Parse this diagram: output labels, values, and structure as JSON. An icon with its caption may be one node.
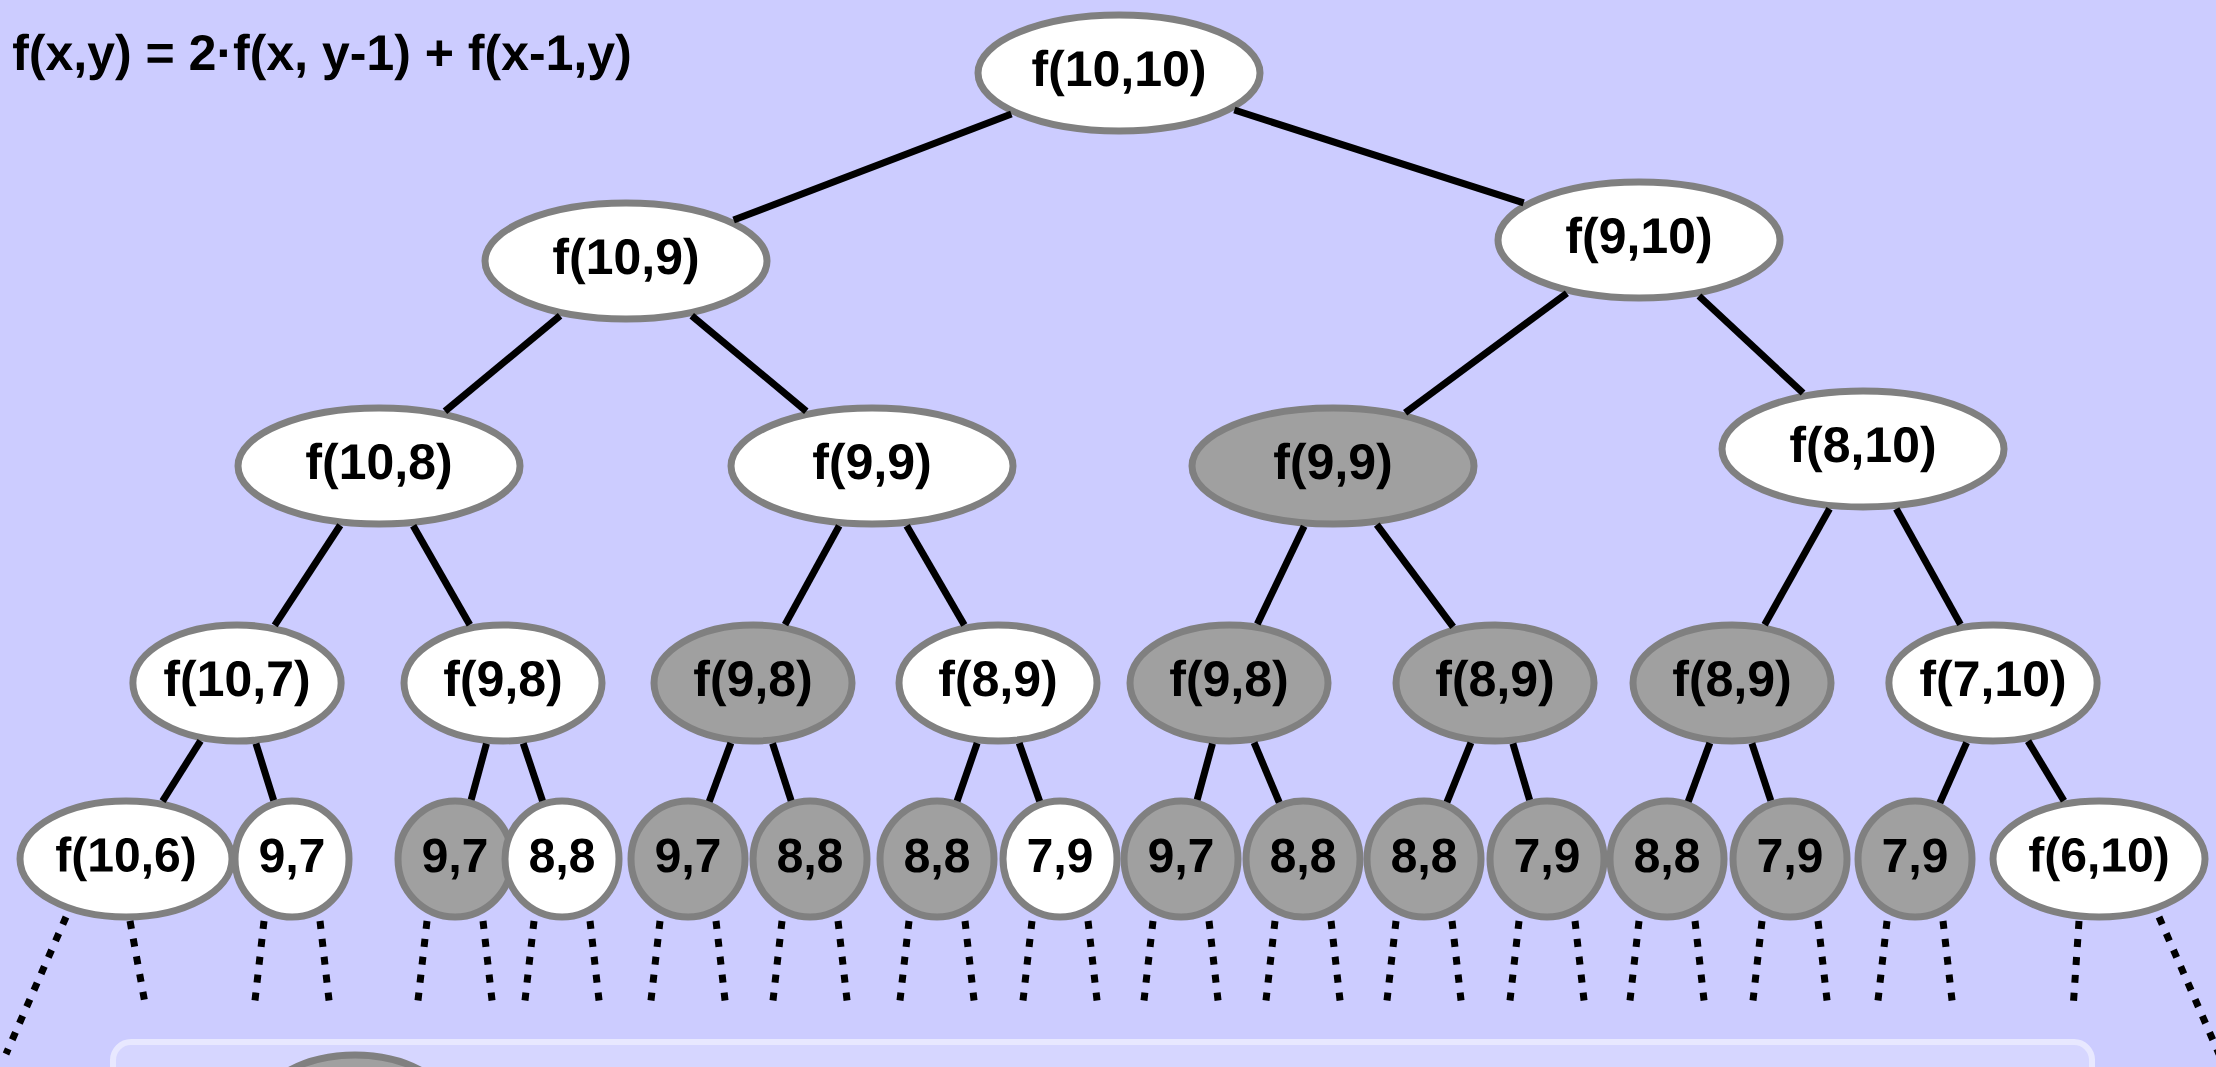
{
  "diagram": {
    "title": "f(x,y) =   2·f(x, y-1) + f(x-1,y)",
    "nodes": [
      {
        "text": [
          "f(10,10)"
        ]
      },
      {
        "text": [
          "f(10,9)"
        ]
      },
      {
        "text": [
          "f(9,10)"
        ]
      },
      {
        "text": [
          "f(10,8)"
        ]
      },
      {
        "text": [
          "f(9,9)"
        ]
      },
      {
        "text": [
          "f(9,9)"
        ]
      },
      {
        "text": [
          "f(8,10)"
        ]
      },
      {
        "text": [
          "f(10,7)"
        ]
      },
      {
        "text": [
          "f(9,8)"
        ]
      },
      {
        "text": [
          "f(9,8)"
        ]
      },
      {
        "text": [
          "f(8,9)"
        ]
      },
      {
        "text": [
          "f(9,8)"
        ]
      },
      {
        "text": [
          "f(8,9)"
        ]
      },
      {
        "text": [
          "f(8,9)"
        ]
      },
      {
        "text": [
          "f(7,10)"
        ]
      },
      {
        "text": [
          "f(10,6)"
        ]
      },
      {
        "text": [
          "9,7"
        ]
      },
      {
        "text": [
          "9,7"
        ]
      },
      {
        "text": [
          "8,8"
        ]
      },
      {
        "text": [
          "9,7"
        ]
      },
      {
        "text": [
          "8,8"
        ]
      },
      {
        "text": [
          "8,8"
        ]
      },
      {
        "text": [
          "7,9"
        ]
      },
      {
        "text": [
          "9,7"
        ]
      },
      {
        "text": [
          "8,8"
        ]
      },
      {
        "text": [
          "8,8"
        ]
      },
      {
        "text": [
          "7,9"
        ]
      },
      {
        "text": [
          "8,8"
        ]
      },
      {
        "text": [
          "7,9"
        ]
      },
      {
        "text": [
          "7,9"
        ]
      },
      {
        "text": [
          "f(6,10)"
        ]
      }
    ],
    "edges": [
      {
        "from": 0,
        "to": 1,
        "arrow": "none"
      },
      {
        "from": 0,
        "to": 2,
        "arrow": "none"
      },
      {
        "from": 1,
        "to": 3,
        "arrow": "none"
      },
      {
        "from": 1,
        "to": 4,
        "arrow": "none"
      },
      {
        "from": 2,
        "to": 5,
        "arrow": "none"
      },
      {
        "from": 2,
        "to": 6,
        "arrow": "none"
      },
      {
        "from": 3,
        "to": 7,
        "arrow": "none"
      },
      {
        "from": 3,
        "to": 8,
        "arrow": "none"
      },
      {
        "from": 4,
        "to": 9,
        "arrow": "none"
      },
      {
        "from": 4,
        "to": 10,
        "arrow": "none"
      },
      {
        "from": 5,
        "to": 11,
        "arrow": "none"
      },
      {
        "from": 5,
        "to": 12,
        "arrow": "none"
      },
      {
        "from": 6,
        "to": 13,
        "arrow": "none"
      },
      {
        "from": 6,
        "to": 14,
        "arrow": "none"
      },
      {
        "from": 7,
        "to": 15,
        "arrow": "none"
      },
      {
        "from": 7,
        "to": 16,
        "arrow": "none"
      },
      {
        "from": 8,
        "to": 17,
        "arrow": "none"
      },
      {
        "from": 8,
        "to": 18,
        "arrow": "none"
      },
      {
        "from": 9,
        "to": 19,
        "arrow": "none"
      },
      {
        "from": 9,
        "to": 20,
        "arrow": "none"
      },
      {
        "from": 10,
        "to": 21,
        "arrow": "none"
      },
      {
        "from": 10,
        "to": 22,
        "arrow": "none"
      },
      {
        "from": 11,
        "to": 23,
        "arrow": "none"
      },
      {
        "from": 11,
        "to": 24,
        "arrow": "none"
      },
      {
        "from": 12,
        "to": 25,
        "arrow": "none"
      },
      {
        "from": 12,
        "to": 26,
        "arrow": "none"
      },
      {
        "from": 13,
        "to": 27,
        "arrow": "none"
      },
      {
        "from": 13,
        "to": 28,
        "arrow": "none"
      },
      {
        "from": 14,
        "to": 29,
        "arrow": "none"
      },
      {
        "from": 14,
        "to": 30,
        "arrow": "none"
      }
    ]
  }
}
